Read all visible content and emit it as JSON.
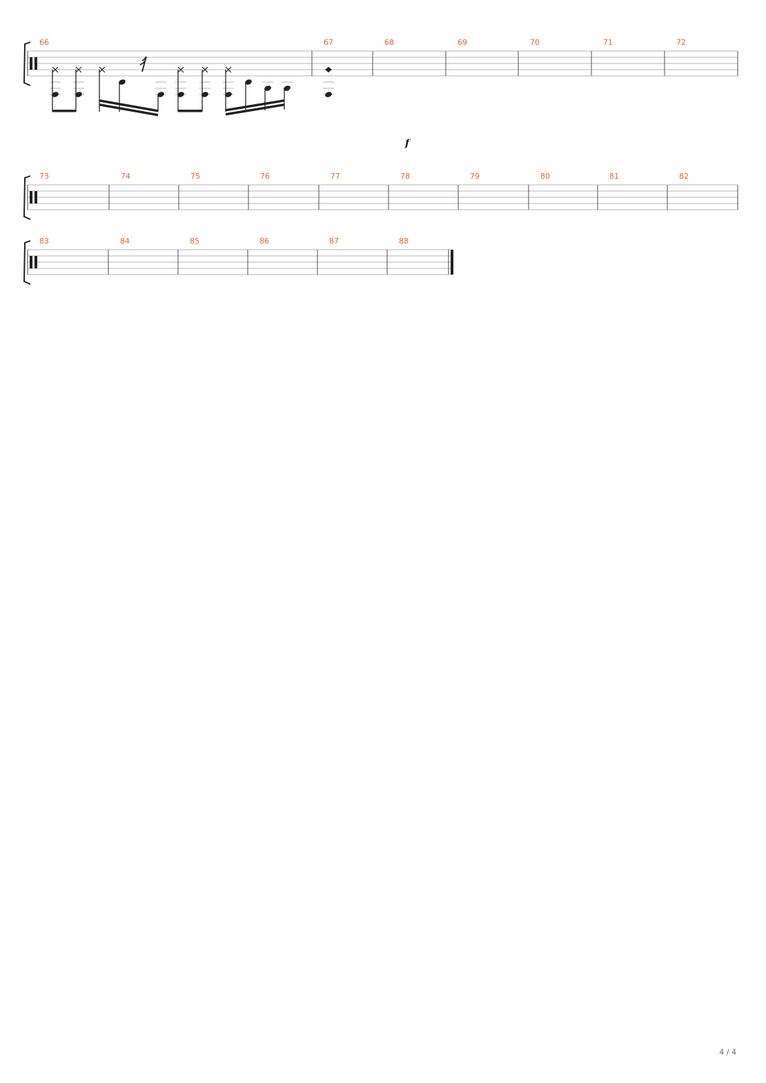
{
  "page": {
    "page_number_label": "4 / 4"
  },
  "colors": {
    "measure_number": "#e8622a",
    "staff_line": "#b3b3b3",
    "barline": "#4d4d4d",
    "note": "#222222"
  },
  "systems": [
    {
      "measures": [
        "66",
        "67",
        "68",
        "69",
        "70",
        "71",
        "72"
      ],
      "dynamic": "f",
      "final_barline": false
    },
    {
      "measures": [
        "73",
        "74",
        "75",
        "76",
        "77",
        "78",
        "79",
        "80",
        "81",
        "82"
      ],
      "dynamic": "",
      "final_barline": false
    },
    {
      "measures": [
        "83",
        "84",
        "85",
        "86",
        "87",
        "88"
      ],
      "dynamic": "",
      "final_barline": true
    }
  ]
}
